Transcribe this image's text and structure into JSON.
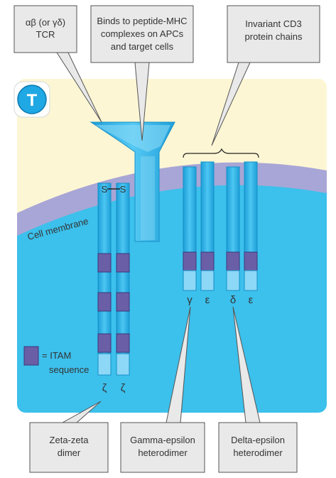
{
  "callouts": {
    "tcr": {
      "lines": [
        "αβ (or γδ)",
        "TCR"
      ]
    },
    "binds": {
      "lines": [
        "Binds to peptide-MHC",
        "complexes on APCs",
        "and target cells"
      ]
    },
    "cd3": {
      "lines": [
        "Invariant CD3",
        "protein chains"
      ]
    },
    "zeta_dimer": {
      "lines": [
        "Zeta-zeta",
        "dimer"
      ]
    },
    "gamma_epsilon": {
      "lines": [
        "Gamma-epsilon",
        "heterodimer"
      ]
    },
    "delta_epsilon": {
      "lines": [
        "Delta-epsilon",
        "heterodimer"
      ]
    }
  },
  "cell_badge": "T",
  "membrane_label": "Cell membrane",
  "disulfide": {
    "left": "S",
    "right": "S"
  },
  "itam_legend": {
    "lines": [
      "= ITAM",
      "sequence"
    ]
  },
  "chain_labels": {
    "zeta_1": "ζ",
    "zeta_2": "ζ",
    "gamma": "γ",
    "epsilon_1": "ε",
    "delta": "δ",
    "epsilon_2": "ε"
  },
  "colors": {
    "cell_bg": "#fdf6d4",
    "cytoplasm": "#3cc0ec",
    "membrane": "#a8a6d6",
    "chain": "#2ab4ec",
    "chain_light": "#8dd8f6",
    "itam": "#6a5fa6",
    "callout_box": "#e9e9e9",
    "badge": "#1fa8e3"
  }
}
